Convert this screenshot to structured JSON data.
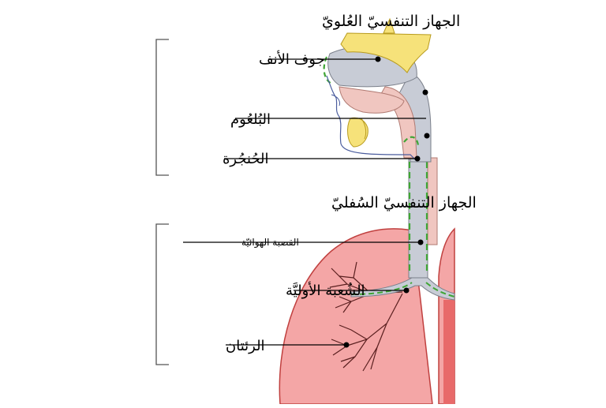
{
  "upper_tract": {
    "title": "الجهاز التنفسيّ العُلويّ",
    "items": [
      {
        "label": "جوف الأنف"
      },
      {
        "label": "البُلعُوم"
      },
      {
        "label": "الحُنجُرة"
      }
    ]
  },
  "lower_tract": {
    "title": "الجهاز التنفسيّ السُفليّ",
    "items": [
      {
        "label": "القصبة الهوائيّة"
      },
      {
        "label": "الشُعبة الأوليَّة"
      },
      {
        "label": "الرئتان"
      }
    ]
  },
  "colors": {
    "lung": "#f4a6a6",
    "lung_outline": "#c0403f",
    "airway": "#c8ccd6",
    "bone": "#f6e27a",
    "tissue": "#f0c6c0",
    "mucosa_line": "#3fa535",
    "leader_line": "#000000",
    "bracket": "#555555"
  }
}
